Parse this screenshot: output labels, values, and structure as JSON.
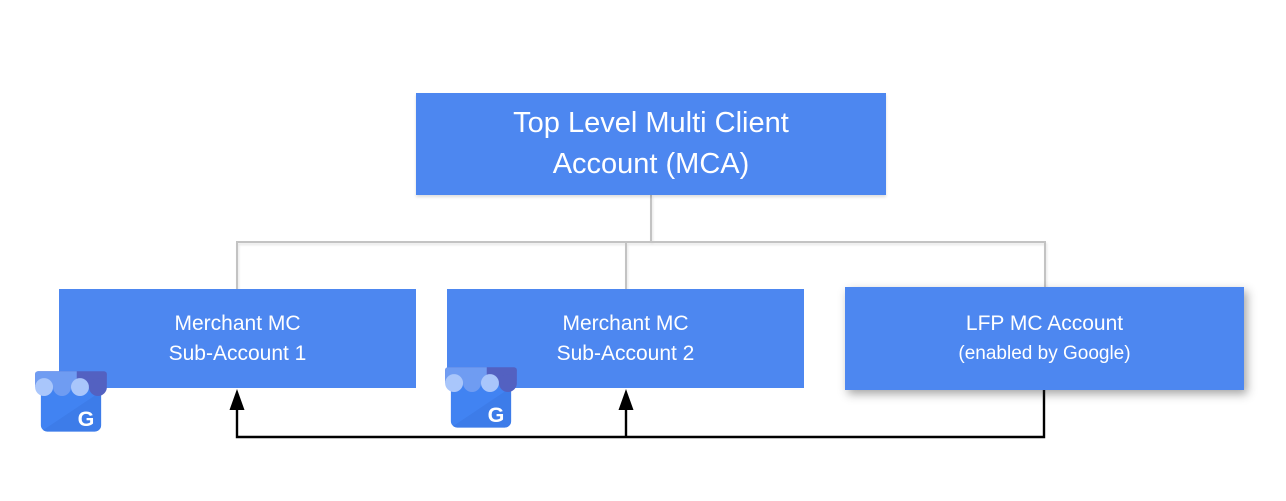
{
  "diagram": {
    "title_node": {
      "line1": "Top Level Multi Client",
      "line2": "Account (MCA)"
    },
    "child_nodes": [
      {
        "id": "merchant-mc-sub-account-1",
        "line1": "Merchant MC",
        "line2": "Sub-Account 1"
      },
      {
        "id": "merchant-mc-sub-account-2",
        "line1": "Merchant MC",
        "line2": "Sub-Account 2"
      },
      {
        "id": "lfp-mc-account",
        "line1": "LFP MC Account",
        "line2": "(enabled by Google)"
      }
    ],
    "icon_letter": "G",
    "colors": {
      "box_blue": "#4d87f0",
      "box_text": "#ffffff",
      "connector_gray": "#c3c3c3",
      "arrow_black": "#000000",
      "canvas_bg": "#ffffff"
    }
  }
}
